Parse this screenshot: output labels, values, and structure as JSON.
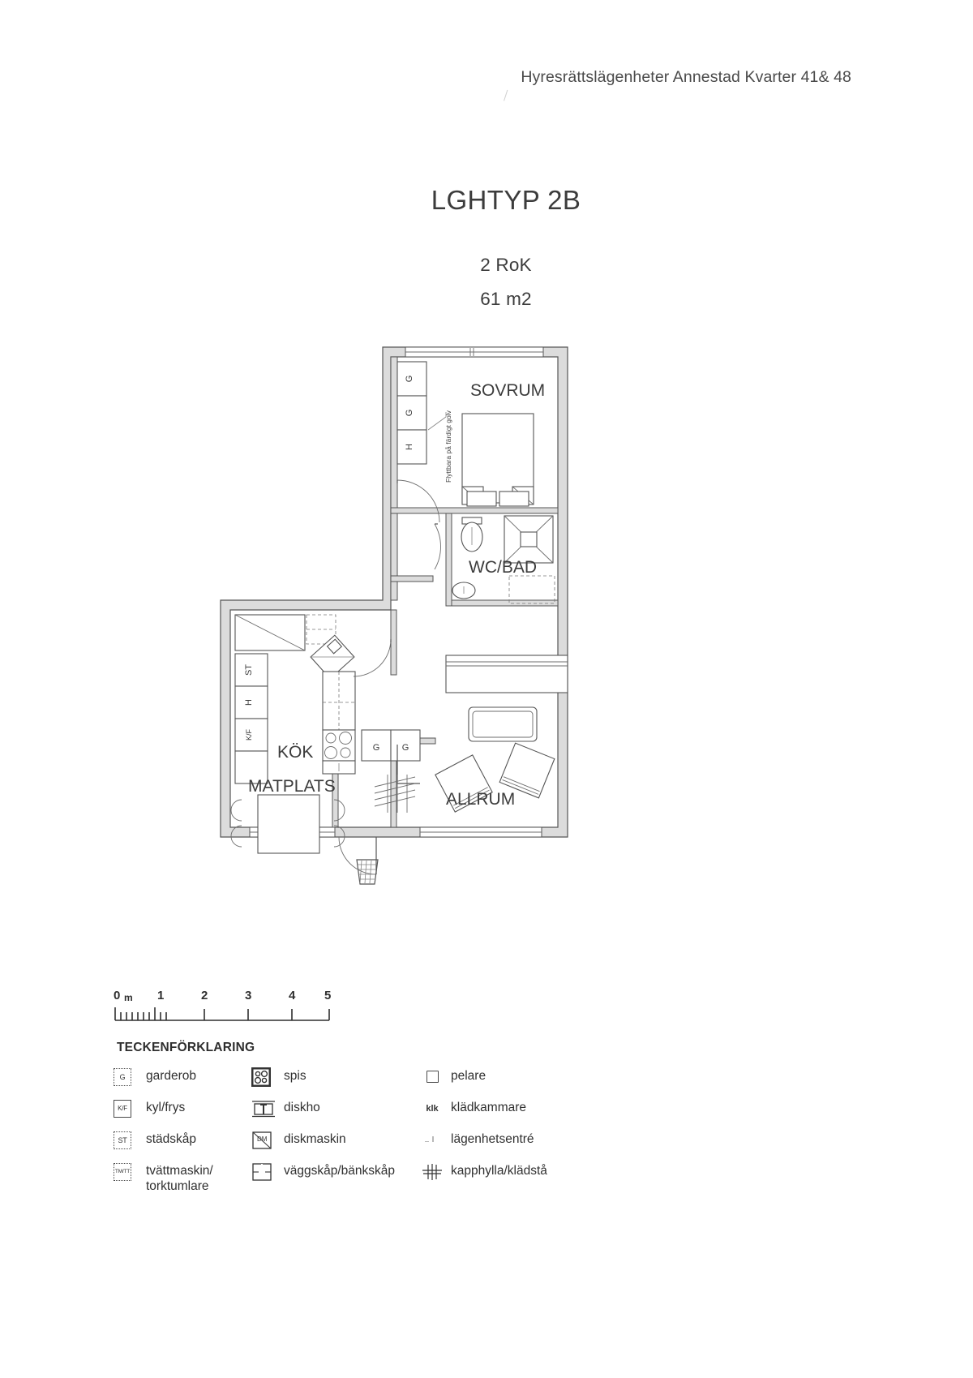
{
  "header": {
    "project_title": "Hyresrättslägenheter Annestad  Kvarter 41& 48"
  },
  "title": {
    "apartment_type": "LGHTYP 2B",
    "rooms": "2 RoK",
    "area": "61 m2"
  },
  "plan": {
    "rooms": [
      {
        "name": "SOVRUM"
      },
      {
        "name": "WC/BAD"
      },
      {
        "name": "KÖK"
      },
      {
        "name": "MATPLATS"
      },
      {
        "name": "ALLRUM"
      }
    ],
    "annotation": "Flyttbara på färdigt golv",
    "closet_labels": {
      "bedroom": [
        "G",
        "G",
        "H"
      ],
      "kitchen": [
        "ST",
        "H",
        "K/F"
      ],
      "hall": [
        "G",
        "G"
      ]
    }
  },
  "scale": {
    "unit_label": "0 m",
    "ticks": [
      "1",
      "2",
      "3",
      "4",
      "5"
    ]
  },
  "legend": {
    "title": "TECKENFÖRKLARING",
    "rows": [
      {
        "col1": {
          "symbol": "G",
          "label": "garderob"
        },
        "col2": {
          "symbol": "spis-icon",
          "label": "spis"
        },
        "col3": {
          "symbol": "pelare-icon",
          "label": "pelare"
        }
      },
      {
        "col1": {
          "symbol": "K/F",
          "label": "kyl/frys"
        },
        "col2": {
          "symbol": "diskho-icon",
          "label": "diskho"
        },
        "col3": {
          "symbol": "klk",
          "label": "klädkammare"
        }
      },
      {
        "col1": {
          "symbol": "ST",
          "label": "städskåp"
        },
        "col2": {
          "symbol": "DM",
          "label": "diskmaskin"
        },
        "col3": {
          "symbol": "entre-icon",
          "label": "lägenhetsentré"
        }
      },
      {
        "col1": {
          "symbol": "TM/TT",
          "label": "tvättmaskin/\ntorktumlare"
        },
        "col2": {
          "symbol": "vaggskap-icon",
          "label": "väggskåp/bänkskåp"
        },
        "col3": {
          "symbol": "kapphylla-icon",
          "label": "kapphylla/klädstå"
        }
      }
    ]
  },
  "colors": {
    "ink": "#3a3a3a",
    "wall": "#585858",
    "wall_fill": "#d9d9d9",
    "furniture": "#6a6a6a"
  }
}
